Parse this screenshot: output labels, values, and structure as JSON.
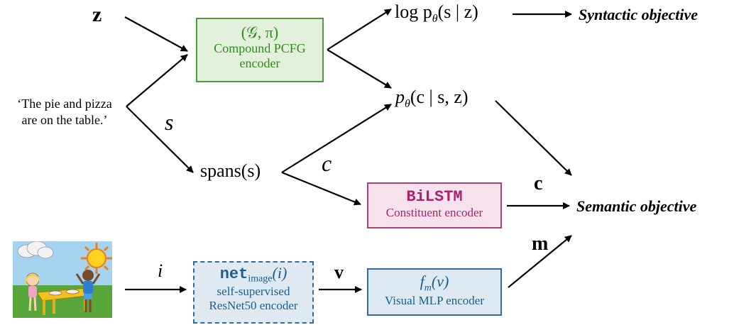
{
  "diagram": {
    "inputs": {
      "z_symbol": "z",
      "sentence_line1": "‘The pie and pizza",
      "sentence_line2": "are on the table.’",
      "s_symbol": "s",
      "c_symbol": "c",
      "i_symbol": "i",
      "v_symbol": "v",
      "spans_label": "spans(s)"
    },
    "pcfg_box": {
      "formula": "(𝒢, π)",
      "line1": "Compound PCFG",
      "line2": "encoder"
    },
    "bilstm_box": {
      "title": "BiLSTM",
      "subtitle": "Constituent encoder"
    },
    "image_encoder_box": {
      "title_mono": "net",
      "title_sub": "image",
      "title_arg": "(i)",
      "line1": "self-supervised",
      "line2": "ResNet50 encoder"
    },
    "mlp_box": {
      "formula": "f",
      "formula_sub": "m",
      "formula_arg": "(v)",
      "subtitle": "Visual MLP encoder"
    },
    "expressions": {
      "logp": "log p",
      "logp_sub": "θ",
      "logp_arg": "(s | z)",
      "pc": "p",
      "pc_sub": "θ",
      "pc_arg": "(c | s, z)"
    },
    "edge_labels": {
      "c_vec": "c",
      "m_vec": "m"
    },
    "objectives": {
      "syntactic": "Syntactic objective",
      "semantic": "Semantic objective"
    },
    "colors": {
      "pcfg_fill": "#e3f0dc",
      "pcfg_border": "#4f9a3f",
      "bilstm_fill": "#f6e2ec",
      "bilstm_border": "#b03d7c",
      "visual_fill": "#dfe9f2",
      "visual_border": "#2f6d9c"
    }
  }
}
